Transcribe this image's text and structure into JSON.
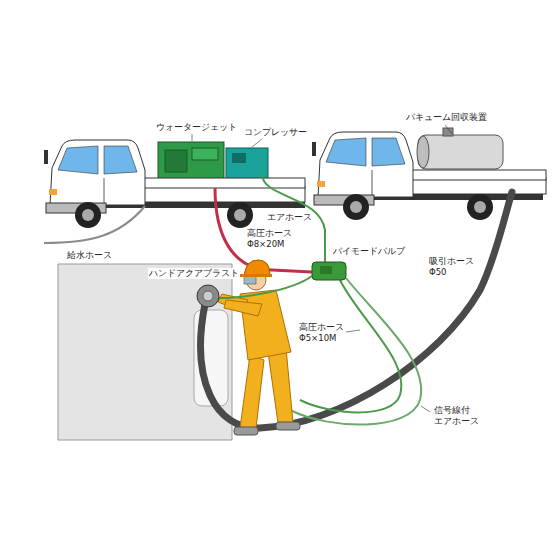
{
  "diagram": {
    "labels": [
      "ウォータージェット",
      "コンプレッサー",
      "バキューム回収装置",
      "給水ホース",
      "高圧ホース Φ8×20M",
      "エアホース",
      "ハンドアクアブラスト",
      "バイモードバルブ",
      "吸引ホース Φ50",
      "高圧ホース Φ5×10M",
      "信号線付 エアホース"
    ]
  }
}
